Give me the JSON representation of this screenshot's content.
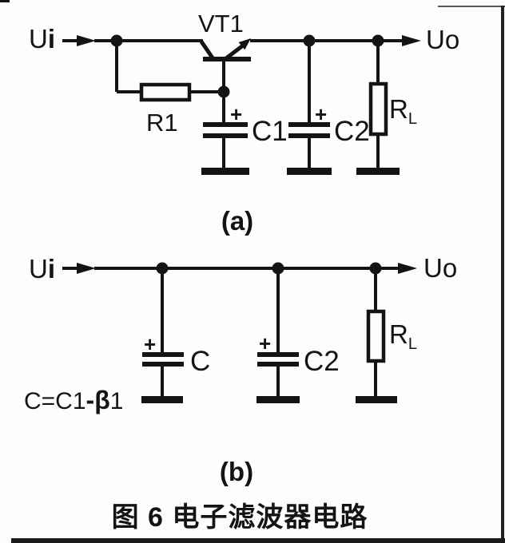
{
  "figure": {
    "caption": "图 6 电子滤波器电路",
    "colors": {
      "ink": "#141414",
      "background": "#fdfdfd"
    },
    "circuit_a": {
      "sub_label": "(a)",
      "input": {
        "u": "U",
        "sub": "i"
      },
      "output": {
        "u": "U",
        "sub": "o"
      },
      "transistor": "VT1",
      "resistor": "R1",
      "cap1": "C1",
      "cap2": "C2",
      "plus": "+",
      "load": {
        "r": "R",
        "sub": "L"
      }
    },
    "circuit_b": {
      "sub_label": "(b)",
      "input": {
        "u": "U",
        "sub": "i"
      },
      "output": {
        "u": "U",
        "sub": "o"
      },
      "cap": "C",
      "cap2": "C2",
      "plus": "+",
      "load": {
        "r": "R",
        "sub": "L"
      },
      "formula": {
        "lhs": "C=C1",
        "dash": "-",
        "beta": "β",
        "suffix": "1"
      }
    }
  }
}
